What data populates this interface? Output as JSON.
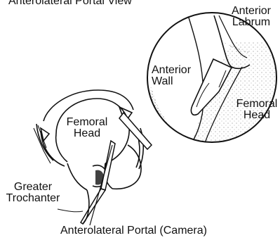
{
  "figure": {
    "title": "Anterolateral Portal View",
    "labels": {
      "anterior_labrum_line1": "Anterior",
      "anterior_labrum_line2": "Labrum",
      "anterior_wall_line1": "Anterior",
      "anterior_wall_line2": "Wall",
      "femoral_head_inset_line1": "Femoral",
      "femoral_head_inset_line2": "Head",
      "femoral_head_main_line1": "Femoral",
      "femoral_head_main_line2": "Head",
      "greater_trochanter_line1": "Greater",
      "greater_trochanter_line2": "Trochanter",
      "portal": "Anterolateral Portal (Camera)"
    },
    "colors": {
      "ink": "#111111",
      "paper": "#ffffff"
    }
  }
}
